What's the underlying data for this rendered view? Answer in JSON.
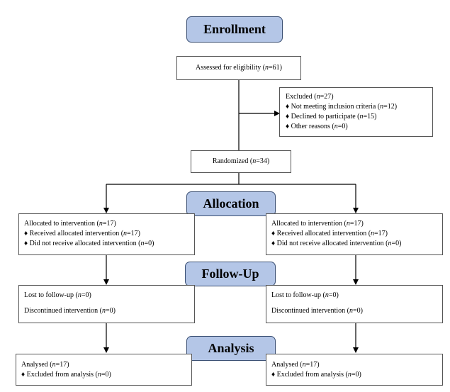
{
  "stages": {
    "enrollment": "Enrollment",
    "allocation": "Allocation",
    "followup": "Follow-Up",
    "analysis": "Analysis"
  },
  "assessed": "Assessed for eligibility (n=61)",
  "excluded": {
    "title": "Excluded (n=27)",
    "items": [
      "♦   Not meeting inclusion criteria (n=12)",
      "♦   Declined to participate (n=15)",
      "♦   Other reasons (n=0)"
    ]
  },
  "randomized": "Randomized (n=34)",
  "allocation": {
    "left": [
      "Allocated to intervention (n=17)",
      "♦ Received allocated intervention (n=17)",
      "♦ Did not receive allocated intervention (n=0)"
    ],
    "right": [
      "Allocated to intervention (n=17)",
      "♦ Received allocated intervention (n=17)",
      "♦ Did not receive allocated intervention (n=0)"
    ]
  },
  "followup": {
    "left": [
      "Lost to follow-up (n=0)",
      "Discontinued intervention (n=0)"
    ],
    "right": [
      "Lost to follow-up (n=0)",
      "Discontinued intervention (n=0)"
    ]
  },
  "analysis": {
    "left": [
      "Analysed (n=17)",
      "♦ Excluded from analysis (n=0)"
    ],
    "right": [
      "Analysed (n=17)",
      "♦ Excluded from analysis (n=0)"
    ]
  }
}
